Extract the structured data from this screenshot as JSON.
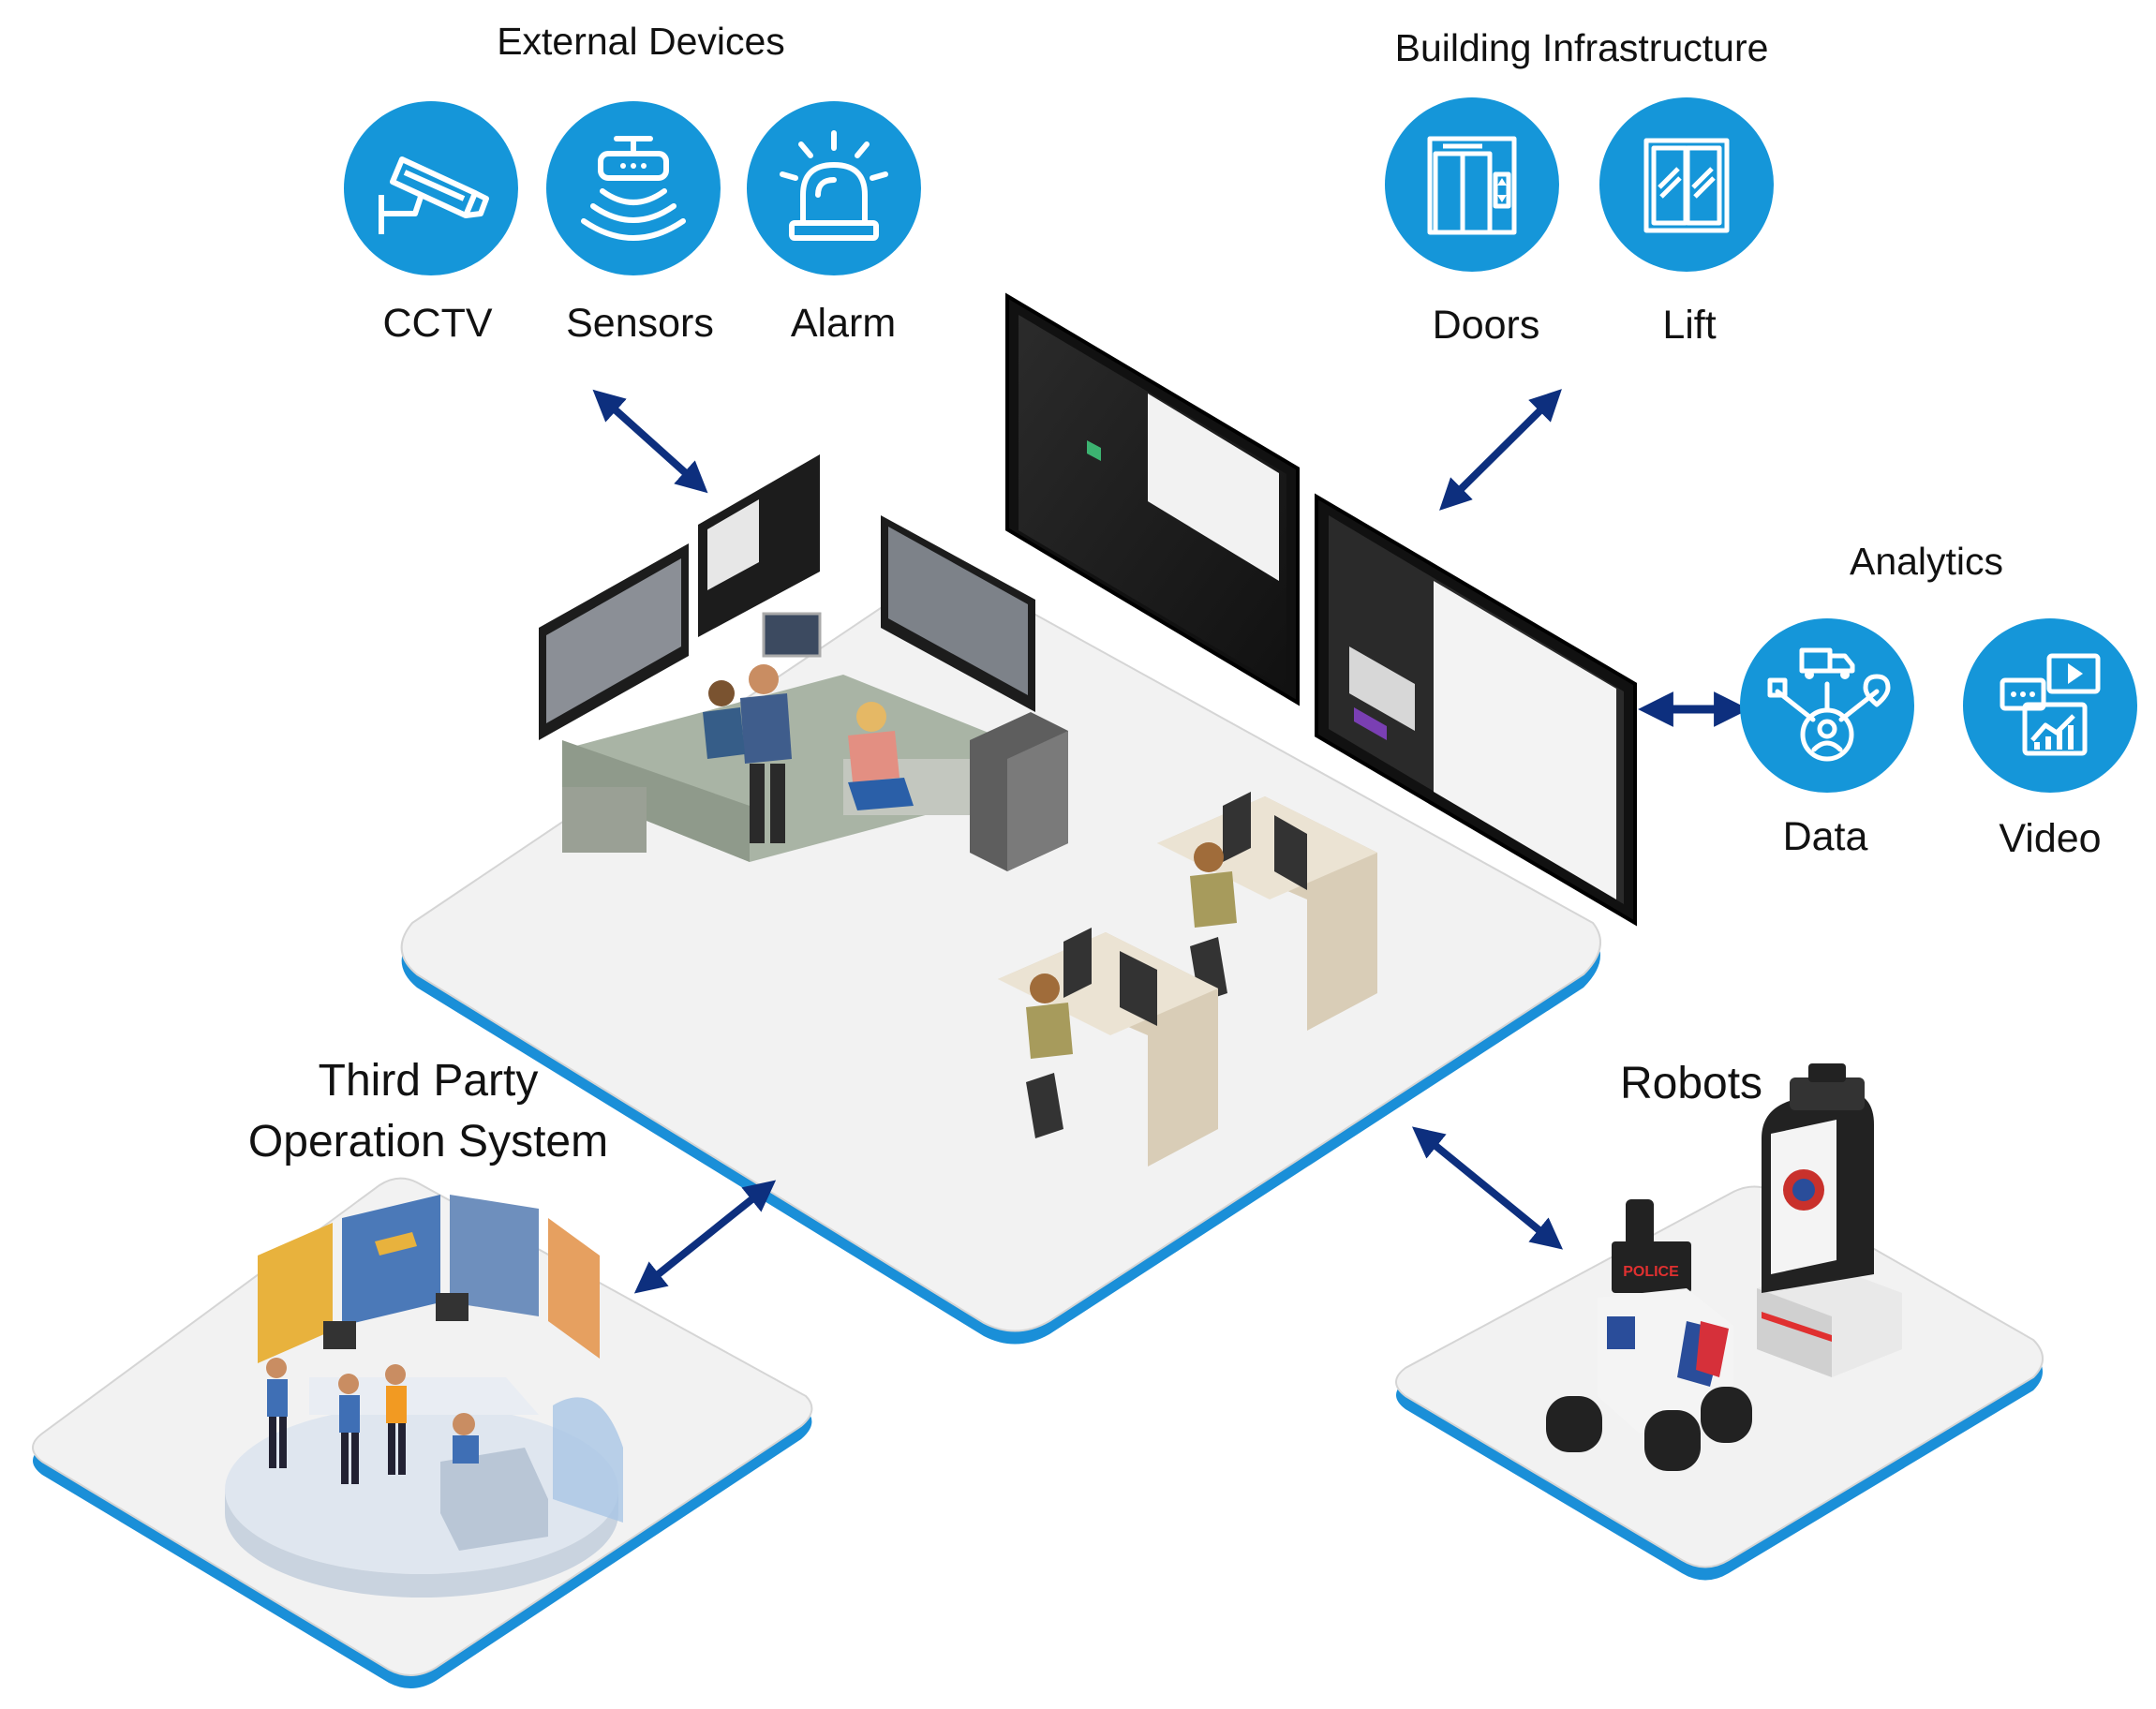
{
  "groups": {
    "external_devices": {
      "title": "External Devices",
      "items": [
        {
          "label": "CCTV",
          "icon": "cctv-camera-icon"
        },
        {
          "label": "Sensors",
          "icon": "sensor-icon"
        },
        {
          "label": "Alarm",
          "icon": "alarm-light-icon"
        }
      ]
    },
    "building_infrastructure": {
      "title": "Building Infrastructure",
      "items": [
        {
          "label": "Doors",
          "icon": "elevator-doors-icon"
        },
        {
          "label": "Lift",
          "icon": "sliding-glass-door-icon"
        }
      ]
    },
    "analytics": {
      "title": "Analytics",
      "items": [
        {
          "label": "Data",
          "icon": "data-network-icon"
        },
        {
          "label": "Video",
          "icon": "video-analytics-icon"
        }
      ]
    },
    "third_party": {
      "title_line1": "Third Party",
      "title_line2": "Operation System"
    },
    "robots": {
      "title": "Robots",
      "robot_badge": "POLICE"
    }
  },
  "colors": {
    "icon_circle": "#1596d9",
    "arrow": "#0d2f7e",
    "platform_edge": "#1a8fd8",
    "platform_top": "#f2f2f2"
  }
}
